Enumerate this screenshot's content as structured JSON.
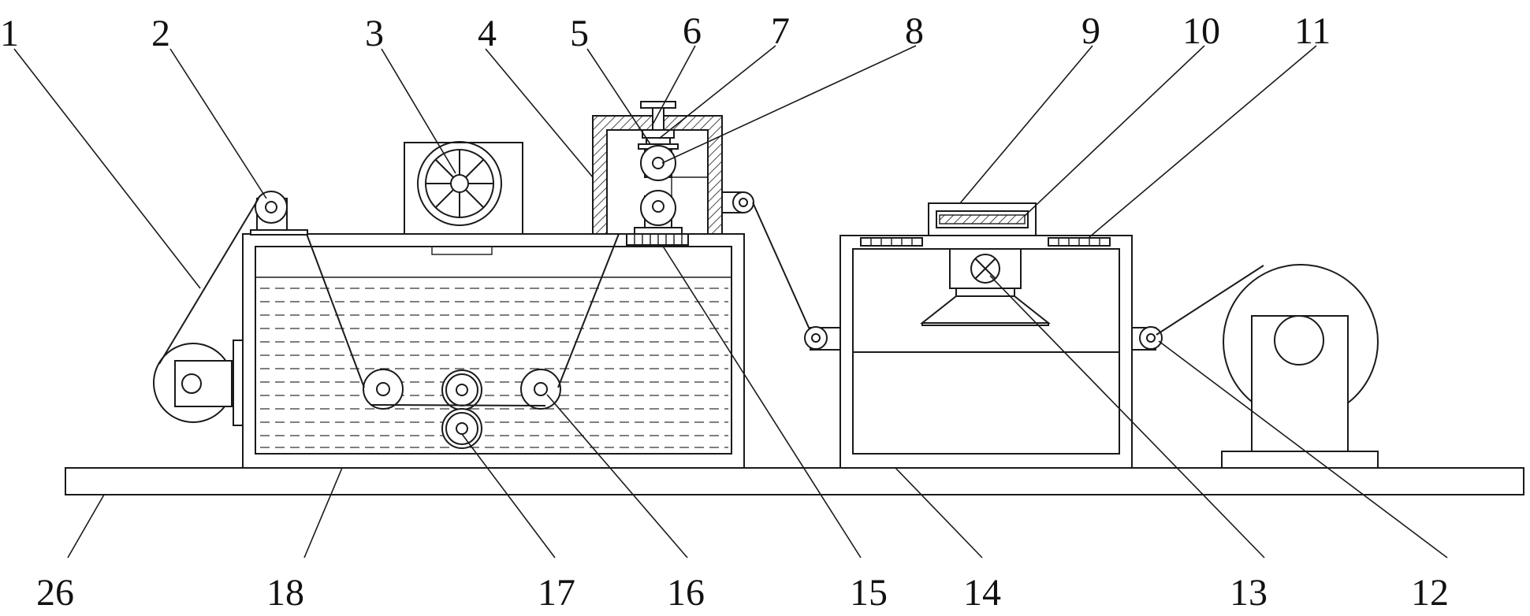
{
  "labels": {
    "l1": "1",
    "l2": "2",
    "l3": "3",
    "l4": "4",
    "l5": "5",
    "l6": "6",
    "l7": "7",
    "l8": "8",
    "l9": "9",
    "l10": "10",
    "l11": "11",
    "l12": "12",
    "l13": "13",
    "l14": "14",
    "l15": "15",
    "l16": "16",
    "l17": "17",
    "l18": "18",
    "l26": "26"
  }
}
